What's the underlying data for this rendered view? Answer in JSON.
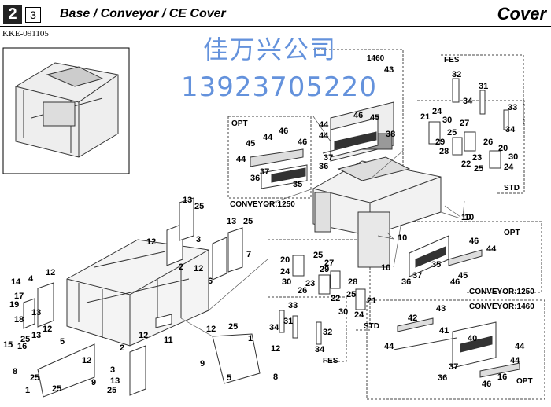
{
  "header": {
    "chapter": "2",
    "section": "3",
    "title": "Base / Conveyor / CE Cover",
    "right_title": "Cover",
    "code": "KKE-091105"
  },
  "watermark": {
    "line1": "佳万兴公司",
    "line2": "13923705220"
  },
  "group_labels": {
    "opt_top_left": "OPT",
    "conveyor_1250_top": "CONVEYOR:1250",
    "conveyor_1460_top": "1460",
    "fes_top": "FES",
    "std_top": "STD",
    "opt_mid_right": "OPT",
    "conveyor_1250_mid": "CONVEYOR:1250",
    "std_mid": "STD",
    "fes_mid": "FES",
    "conveyor_1460_bottom": "CONVEYOR:1460",
    "opt_bottom": "OPT"
  },
  "callouts": [
    "43",
    "44",
    "46",
    "45",
    "44",
    "38",
    "37",
    "36",
    "46",
    "44",
    "46",
    "45",
    "44",
    "37",
    "36",
    "35",
    "32",
    "31",
    "34",
    "33",
    "34",
    "24",
    "21",
    "30",
    "25",
    "29",
    "27",
    "26",
    "28",
    "22",
    "23",
    "20",
    "30",
    "24",
    "25",
    "10",
    "10",
    "10",
    "10",
    "13",
    "25",
    "12",
    "3",
    "2",
    "13",
    "25",
    "12",
    "7",
    "6",
    "14",
    "4",
    "12",
    "17",
    "19",
    "13",
    "18",
    "15",
    "16",
    "25",
    "13",
    "12",
    "11",
    "5",
    "12",
    "8",
    "9",
    "1",
    "25",
    "25",
    "2",
    "3",
    "13",
    "25",
    "12",
    "25",
    "12",
    "9",
    "5",
    "8",
    "1",
    "12",
    "20",
    "25",
    "27",
    "24",
    "29",
    "30",
    "23",
    "28",
    "26",
    "22",
    "25",
    "21",
    "30",
    "24",
    "33",
    "31",
    "34",
    "32",
    "34",
    "46",
    "44",
    "35",
    "37",
    "36",
    "46",
    "45",
    "42",
    "43",
    "41",
    "40",
    "44",
    "44",
    "44",
    "37",
    "36",
    "16",
    "46"
  ]
}
